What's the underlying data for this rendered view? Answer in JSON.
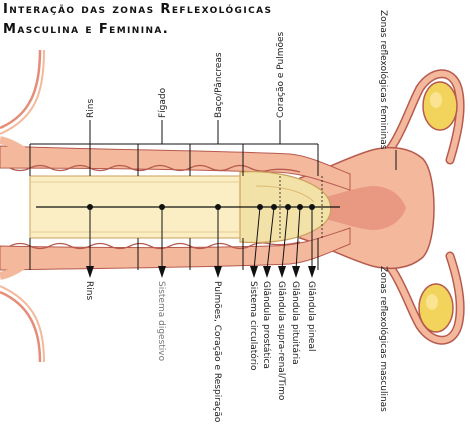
{
  "title": {
    "line1": "Interação das zonas Reflexológicas",
    "line2": "Masculina e Feminina."
  },
  "labels_top": {
    "rins": "Rins",
    "figado": "Fígado",
    "baco_pancreas": "Baço/Pâncreas",
    "coracao_pulmoes": "Coração e Pulmões",
    "zonas_femininas": "Zonas reflexológicas femininas"
  },
  "labels_bottom": {
    "rins": "Rins",
    "sistema_digestivo": "Sistema digestivo",
    "pulmoes_coracao_respiracao": "Pulmões, Coração e Respiração",
    "sistema_circulatorio": "Sistema circulatório",
    "glandula_prostatica": "Glândula prostática",
    "glandula_supra_renal": "Glândula supra-renal/Timo",
    "glandula_pituitaria": "Glândula pituitária",
    "glandula_pineal": "Glândula pineal",
    "zonas_masculinas": "Zonas reflexológicas masculinas"
  },
  "colors": {
    "tissue": "#f4b89c",
    "tissue_dark": "#e58d78",
    "tissue_outline": "#b75a4e",
    "shaft_fill": "#fbeec4",
    "glans_fill": "#f3e2a8",
    "ovary": "#f2d35b",
    "line": "#111111",
    "label_grey": "#777777"
  }
}
